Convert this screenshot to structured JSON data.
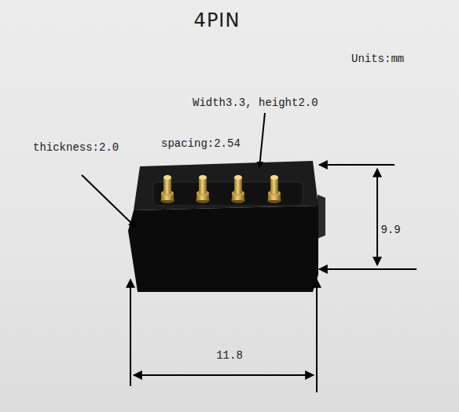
{
  "diagram": {
    "title": "4PIN",
    "labels": [
      "Units:mm",
      "Width3.3, height2.0",
      "spacing:2.54",
      "thickness:2.0",
      "9.9",
      "11.8"
    ]
  }
}
